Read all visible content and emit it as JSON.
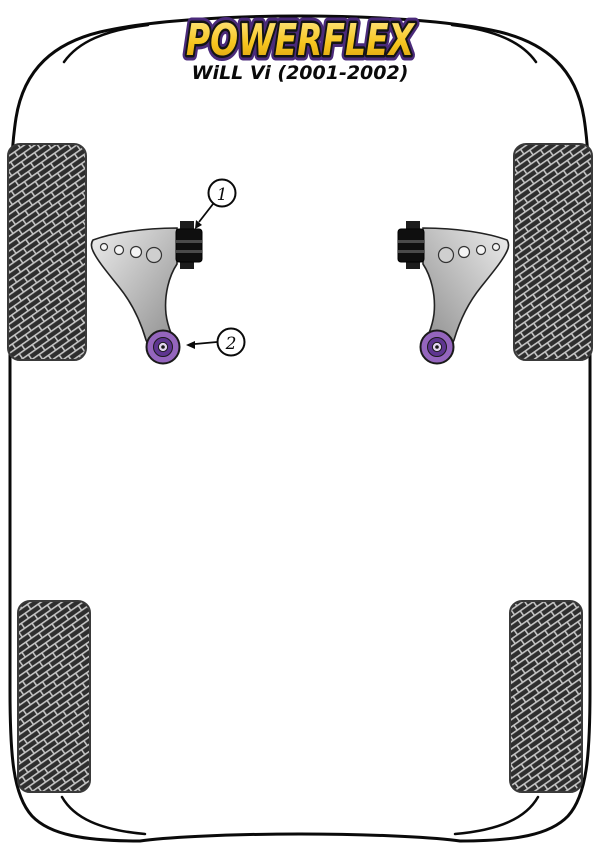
{
  "diagram": {
    "logo_text": "POWERFLEX",
    "model_text": "WiLL Vi (2001-2002)"
  },
  "callouts": [
    {
      "label": "1"
    },
    {
      "label": "2"
    }
  ],
  "colors": {
    "gold_light": "#ffe98a",
    "gold": "#f6c51f",
    "gold_dark": "#d89d0c",
    "logo_outline": "#141414",
    "logo_glow": "#4a2a7a",
    "body_line": "#0a0a0a",
    "bushing_purple": "#9465bd",
    "bushing_purple_dark": "#5e3590",
    "bushing_center": "#e3d6f0",
    "tire_base": "#2e2e2e",
    "tread_line": "#c4c4c4",
    "arm_light": "#ededed",
    "arm_dark": "#8f8f8f"
  }
}
